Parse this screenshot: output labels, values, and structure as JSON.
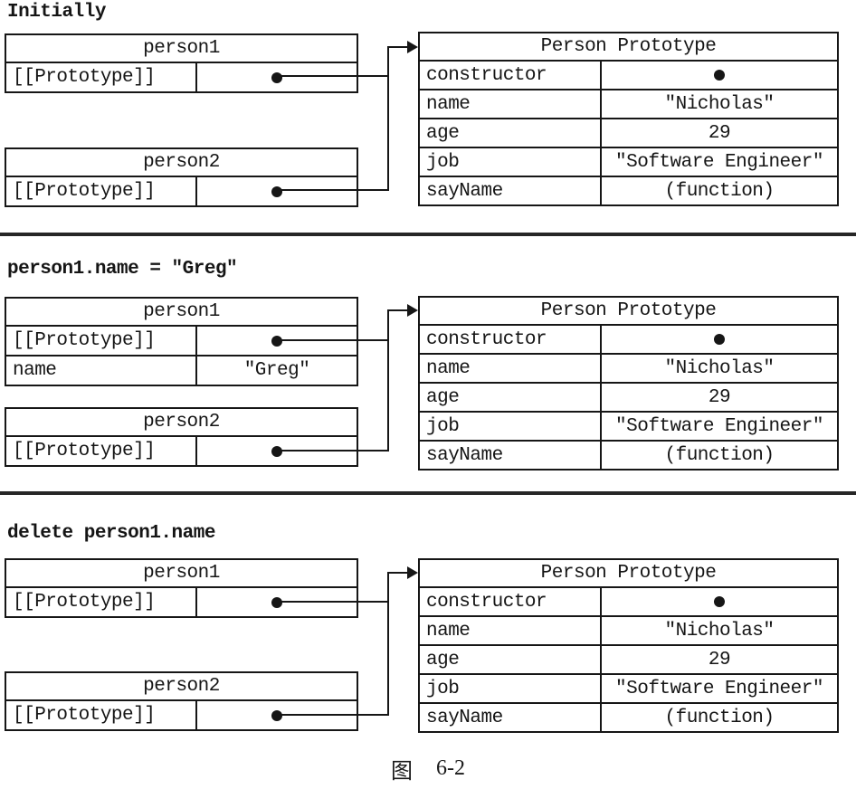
{
  "colors": {
    "line": "#161616",
    "background": "#ffffff"
  },
  "caption": {
    "label": "图",
    "number": "6-2"
  },
  "sections": [
    {
      "title": "Initially",
      "person1": {
        "title": "person1",
        "rows": [
          {
            "key": "[[Prototype]]",
            "value_icon": "pointer-bullet-icon"
          }
        ]
      },
      "person2": {
        "title": "person2",
        "rows": [
          {
            "key": "[[Prototype]]",
            "value_icon": "pointer-bullet-icon"
          }
        ]
      },
      "prototype": {
        "title": "Person Prototype",
        "rows": [
          {
            "key": "constructor",
            "value_icon": "pointer-bullet-icon"
          },
          {
            "key": "name",
            "value": "\"Nicholas\""
          },
          {
            "key": "age",
            "value": "29"
          },
          {
            "key": "job",
            "value": "\"Software Engineer\""
          },
          {
            "key": "sayName",
            "value": "(function)"
          }
        ]
      }
    },
    {
      "title": "person1.name = \"Greg\"",
      "person1": {
        "title": "person1",
        "rows": [
          {
            "key": "[[Prototype]]",
            "value_icon": "pointer-bullet-icon"
          },
          {
            "key": "name",
            "value": "\"Greg\""
          }
        ]
      },
      "person2": {
        "title": "person2",
        "rows": [
          {
            "key": "[[Prototype]]",
            "value_icon": "pointer-bullet-icon"
          }
        ]
      },
      "prototype": {
        "title": "Person Prototype",
        "rows": [
          {
            "key": "constructor",
            "value_icon": "pointer-bullet-icon"
          },
          {
            "key": "name",
            "value": "\"Nicholas\""
          },
          {
            "key": "age",
            "value": "29"
          },
          {
            "key": "job",
            "value": "\"Software Engineer\""
          },
          {
            "key": "sayName",
            "value": "(function)"
          }
        ]
      }
    },
    {
      "title": "delete person1.name",
      "person1": {
        "title": "person1",
        "rows": [
          {
            "key": "[[Prototype]]",
            "value_icon": "pointer-bullet-icon"
          }
        ]
      },
      "person2": {
        "title": "person2",
        "rows": [
          {
            "key": "[[Prototype]]",
            "value_icon": "pointer-bullet-icon"
          }
        ]
      },
      "prototype": {
        "title": "Person Prototype",
        "rows": [
          {
            "key": "constructor",
            "value_icon": "pointer-bullet-icon"
          },
          {
            "key": "name",
            "value": "\"Nicholas\""
          },
          {
            "key": "age",
            "value": "29"
          },
          {
            "key": "job",
            "value": "\"Software Engineer\""
          },
          {
            "key": "sayName",
            "value": "(function)"
          }
        ]
      }
    }
  ]
}
